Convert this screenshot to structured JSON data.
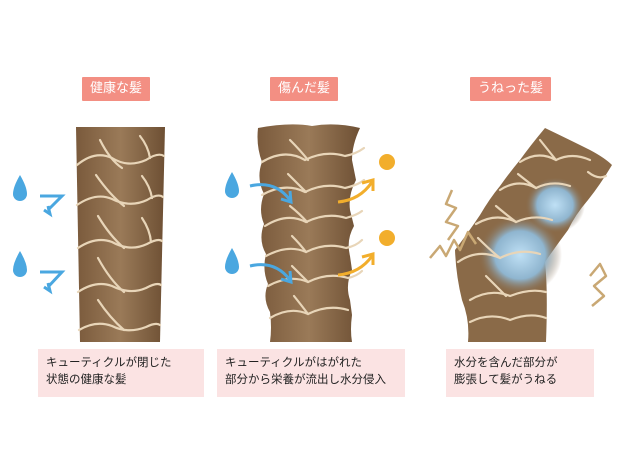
{
  "panels": [
    {
      "title": "健康な髪",
      "caption": [
        "キューティクルが閉じた",
        "状態の健康な髪"
      ]
    },
    {
      "title": "傷んだ髪",
      "caption": [
        "キューティクルがはがれた",
        "部分から栄養が流出し水分侵入"
      ]
    },
    {
      "title": "うねった髪",
      "caption": [
        "水分を含んだ部分が",
        "膨張して髪がうねる"
      ]
    }
  ],
  "colors": {
    "label_bg": "#f38f83",
    "caption_bg": "#fbe3e3",
    "hair_brown": "#8a6a48",
    "cuticle_line": "#e8d5b8",
    "water_blue": "#4aa7e0",
    "nutrient_orange": "#f2ae2c",
    "stress_zigzag": "#c9a874"
  }
}
